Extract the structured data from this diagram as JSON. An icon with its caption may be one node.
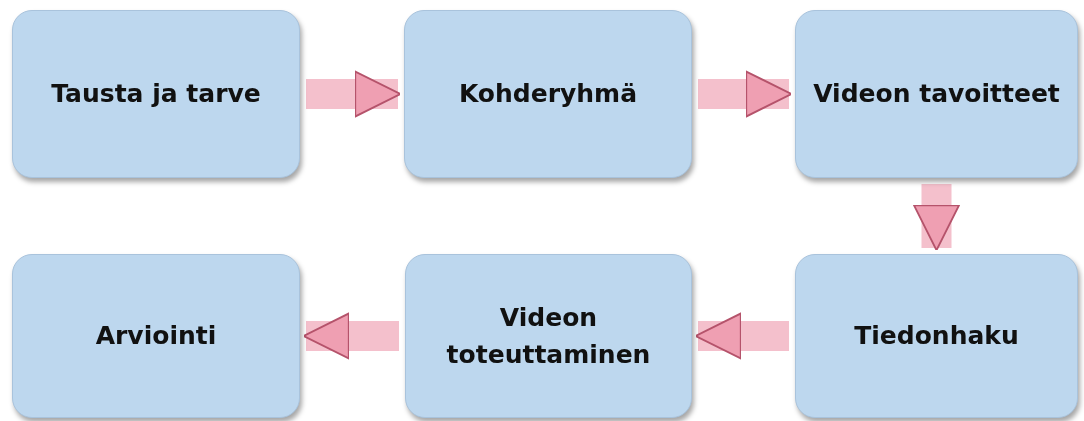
{
  "diagram": {
    "nodes": [
      {
        "text": [
          "Tausta ja tarve"
        ]
      },
      {
        "text": [
          "Kohderyhmä"
        ]
      },
      {
        "text": [
          "Videon tavoitteet"
        ]
      },
      {
        "text": [
          "Tiedonhaku"
        ]
      },
      {
        "text": [
          "Videon toteuttaminen"
        ]
      },
      {
        "text": [
          "Arviointi"
        ]
      }
    ],
    "edges": [
      {
        "from": 0,
        "to": 1,
        "arrow": "to"
      },
      {
        "from": 1,
        "to": 2,
        "arrow": "to"
      },
      {
        "from": 2,
        "to": 3,
        "arrow": "to"
      },
      {
        "from": 3,
        "to": 4,
        "arrow": "to"
      },
      {
        "from": 4,
        "to": 5,
        "arrow": "to"
      }
    ]
  }
}
